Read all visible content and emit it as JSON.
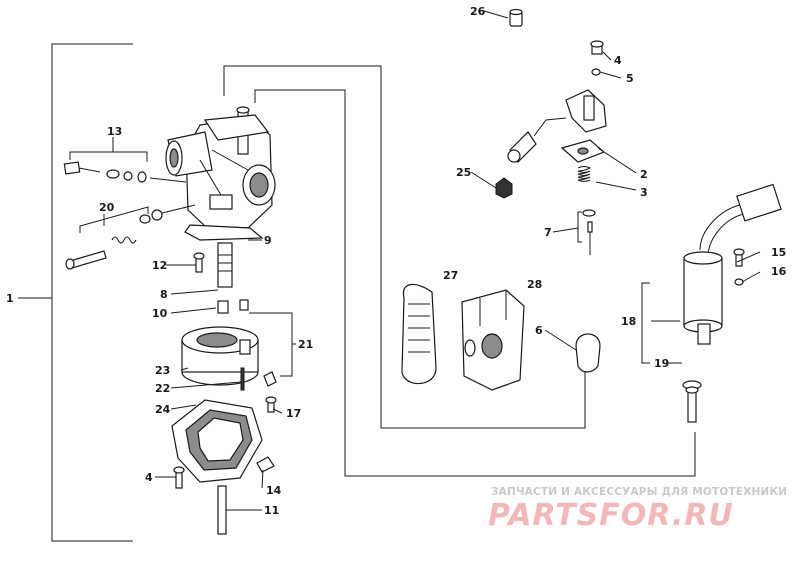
{
  "callouts": {
    "c1": "1",
    "c2": "2",
    "c3": "3",
    "c4a": "4",
    "c4b": "4",
    "c5": "5",
    "c6": "6",
    "c7": "7",
    "c8": "8",
    "c9": "9",
    "c10": "10",
    "c11": "11",
    "c12": "12",
    "c13": "13",
    "c14": "14",
    "c15": "15",
    "c16": "16",
    "c17": "17",
    "c18": "18",
    "c19": "19",
    "c20": "20",
    "c21": "21",
    "c22": "22",
    "c23": "23",
    "c24": "24",
    "c25": "25",
    "c26": "26",
    "c27": "27",
    "c28": "28"
  },
  "watermark": {
    "caption": "ЗАПЧАСТИ И АКСЕССУАРЫ ДЛЯ МОТОТЕХНИКИ",
    "logo": "PARTSFOR.RU"
  }
}
